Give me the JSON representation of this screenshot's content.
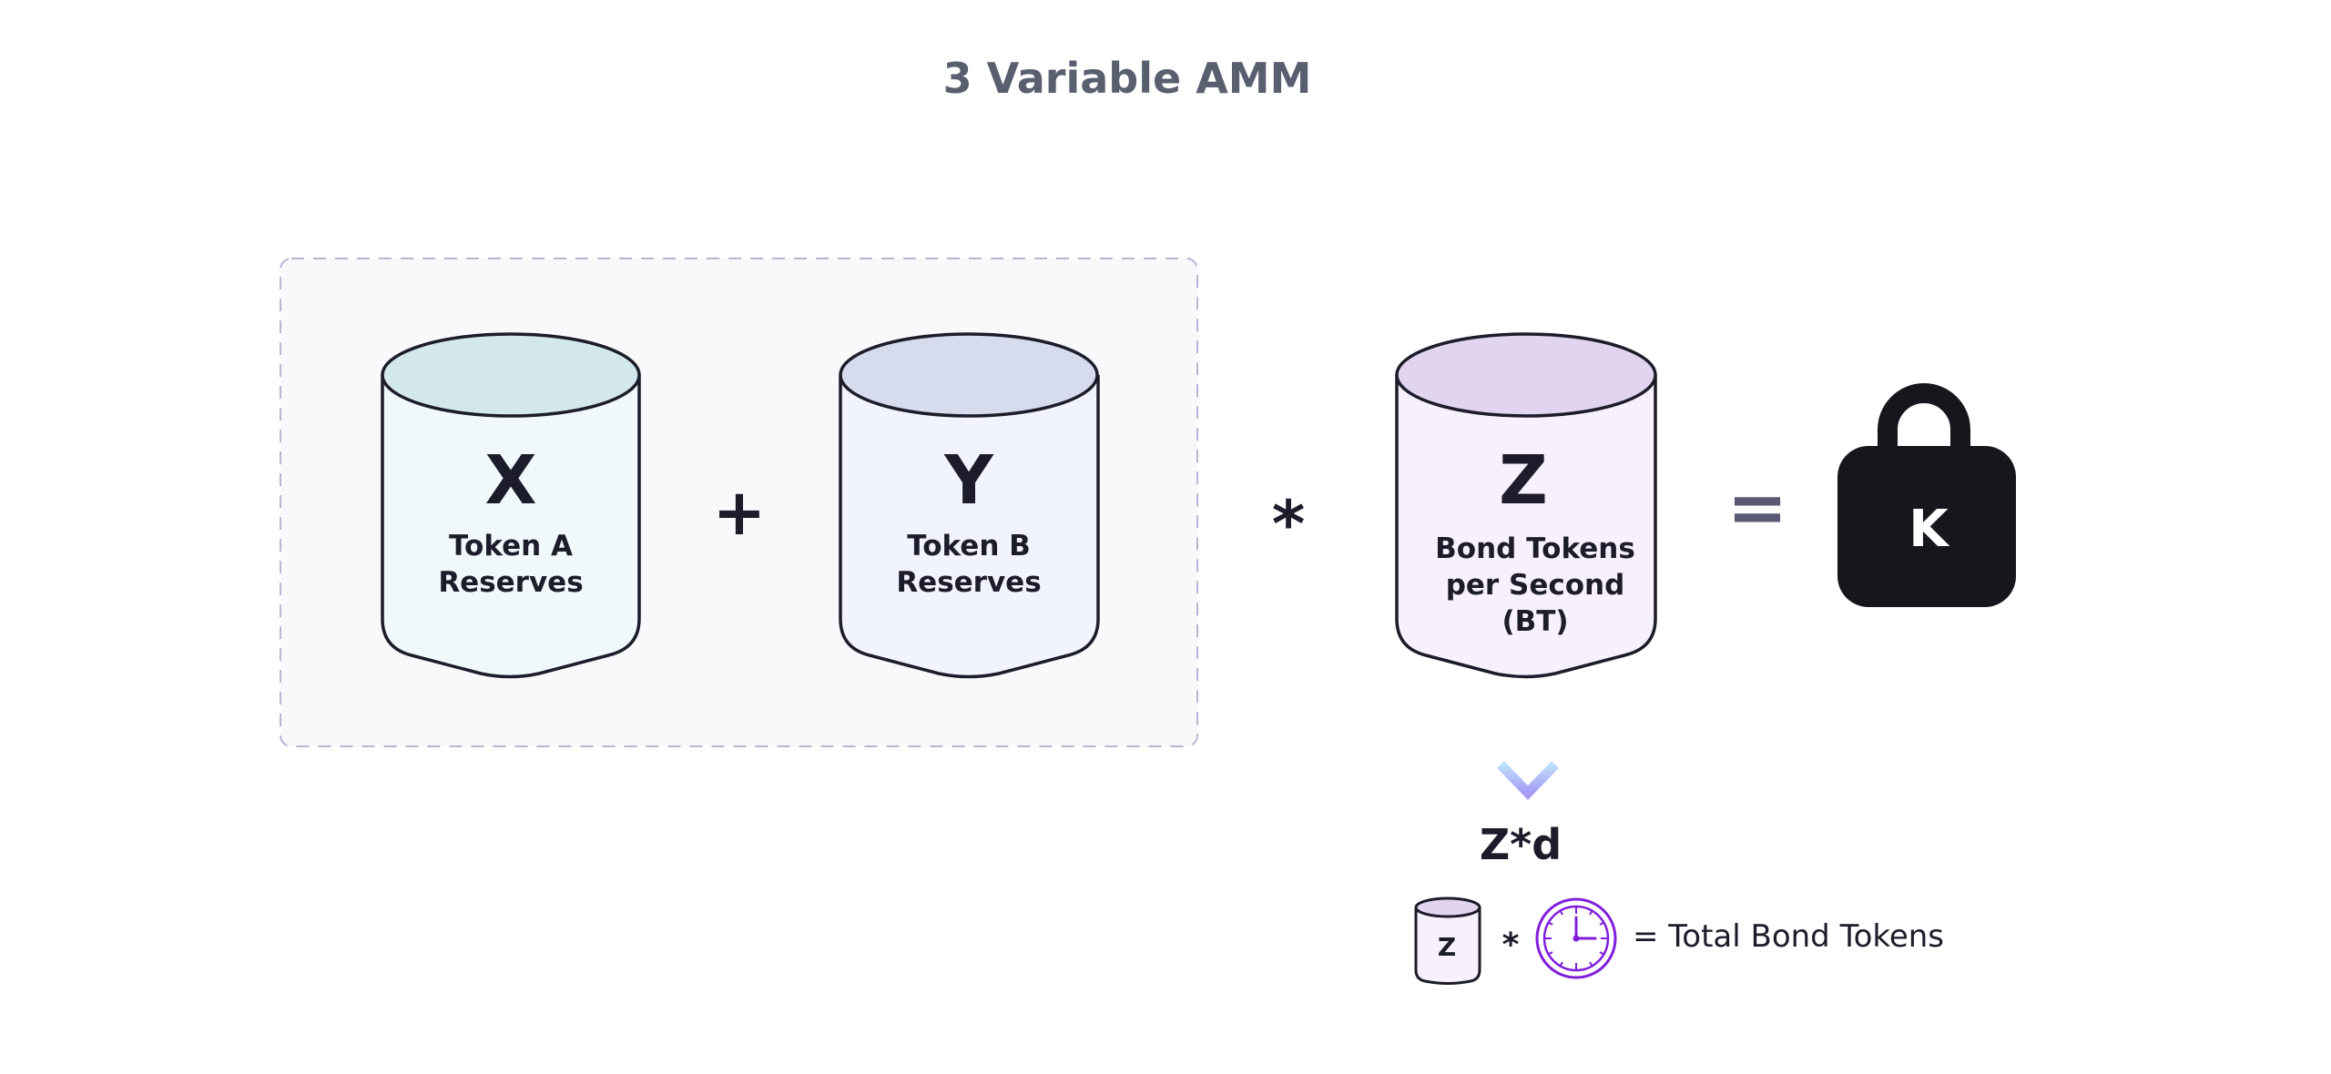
{
  "title": "3 Variable AMM",
  "colors": {
    "title": "#5a5f70",
    "ink": "#1c1c2a",
    "group_fill": "#f9f9fc",
    "group_border": "#b4b6d2",
    "cyl_x_top": "#d3e8ec",
    "cyl_x_body": "#f0f8fb",
    "cyl_y_top": "#d6dcee",
    "cyl_y_body": "#f1f4fd",
    "cyl_z_top": "#e0d4ef",
    "cyl_z_body": "#f7f1fd",
    "equals": "#5a5a72",
    "lock": "#16161d",
    "arrow_top": "#bfe0fb",
    "arrow_bottom": "#a49bf5",
    "clock": "#7f1edc"
  },
  "cylinders": {
    "x": {
      "letter": "X",
      "lines": [
        "Token A",
        "Reserves"
      ]
    },
    "y": {
      "letter": "Y",
      "lines": [
        "Token B",
        "Reserves"
      ]
    },
    "z": {
      "letter": "Z",
      "lines": [
        "Bond Tokens",
        "per Second",
        "(BT)"
      ]
    }
  },
  "operators": {
    "plus": "+",
    "times": "*",
    "equals": "="
  },
  "lock": {
    "letter": "K",
    "icon": "lock-icon"
  },
  "derivation": {
    "arrow_icon": "arrow-down-icon",
    "expression": "Z*d",
    "small_cylinder_letter": "Z",
    "times": "*",
    "clock_icon": "clock-icon",
    "result": "= Total Bond Tokens"
  }
}
